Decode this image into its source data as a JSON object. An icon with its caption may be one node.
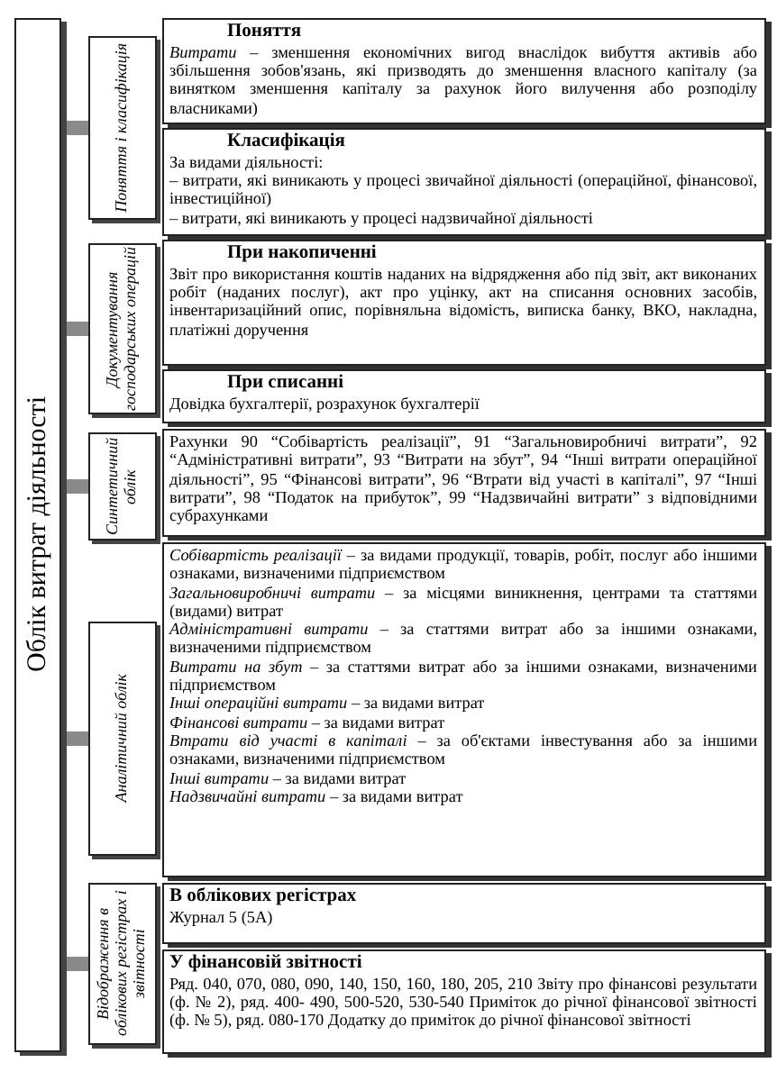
{
  "diagram": {
    "nodes": [
      {
        "text": [
          "Облік витрат діяльності"
        ]
      },
      {
        "text": [
          "Поняття і класифікація"
        ]
      },
      {
        "text": [
          "Поняття",
          "*Витрати* – зменшення економічних вигод внаслідок вибуття активів або збільшення зобов'язань, які призводять до зменшення власного капіталу (за винятком зменшення капіталу за рахунок його вилучення або розподілу власниками)"
        ]
      },
      {
        "text": [
          "Класифікація",
          "За видами діяльності:",
          "– витрати, які виникають у процесі звичайної діяльності (операційної, фінансової, інвестиційної)",
          "– витрати, які виникають у процесі надзвичайної діяльності"
        ]
      },
      {
        "text": [
          "Документування господарських операцій"
        ]
      },
      {
        "text": [
          "При накопиченні",
          "Звіт про використання коштів наданих на відрядження або під звіт, акт виконаних робіт (наданих послуг), акт про уцінку, акт на списання основних засобів, інвентаризаційний опис, порівняльна відомість, виписка банку, ВКО, накладна, платіжні доручення"
        ]
      },
      {
        "text": [
          "При списанні",
          "Довідка бухгалтерії, розрахунок бухгалтерії"
        ]
      },
      {
        "text": [
          "Синтетичний облік"
        ]
      },
      {
        "text": [
          "Рахунки 90 “Собівартість реалізації”, 91 “Загальновиробничі витрати”, 92 “Адміністративні витрати”, 93 “Витрати на збут”, 94 “Інші витрати операційної діяльності”, 95 “Фінансові витрати”, 96 “Втрати від участі в капіталі”, 97 “Інші витрати”, 98 “Податок на прибуток”, 99 “Надзвичайні витрати” з відповідними субрахунками"
        ]
      },
      {
        "text": [
          "Аналітичний облік"
        ]
      },
      {
        "text": [
          "*Собівартість реалізації* – за видами продукції, товарів, робіт, послуг або іншими ознаками, визначеними підприємством",
          "*Загальновиробничі витрати* – за місцями виникнення, центрами та статтями (видами) витрат",
          "*Адміністративні витрати* – за статтями витрат або за іншими ознаками, визначеними підприємством",
          "*Витрати на збут* – за статтями витрат або за іншими ознаками, визначеними підприємством",
          "*Інші операційні витрати* – за видами витрат",
          "*Фінансові витрати* – за видами витрат",
          "*Втрати від участі в капіталі* – за об'єктами інвестування або за іншими ознаками, визначеними підприємством",
          "*Інші витрати* – за видами витрат",
          "*Надзвичайні витрати* – за видами витрат"
        ]
      },
      {
        "text": [
          "Відображення в облікових регістрах і звітності"
        ]
      },
      {
        "text": [
          "В облікових регістрах",
          "Журнал 5 (5А)"
        ]
      },
      {
        "text": [
          "У фінансовій звітності",
          "Ряд. 040, 070, 080, 090, 140, 150, 160, 180, 205, 210 Звіту про фінансові результати (ф. № 2), ряд. 400- 490, 500-520, 530-540 Приміток до річної фінансової звітності (ф. № 5), ряд. 080-170 Додатку до приміток до річної фінансової звітності"
        ]
      }
    ],
    "edges": [
      {
        "from": 0,
        "to": 1,
        "arrow": "none"
      },
      {
        "from": 0,
        "to": 4,
        "arrow": "none"
      },
      {
        "from": 0,
        "to": 7,
        "arrow": "none"
      },
      {
        "from": 0,
        "to": 9,
        "arrow": "none"
      },
      {
        "from": 0,
        "to": 11,
        "arrow": "none"
      }
    ]
  }
}
